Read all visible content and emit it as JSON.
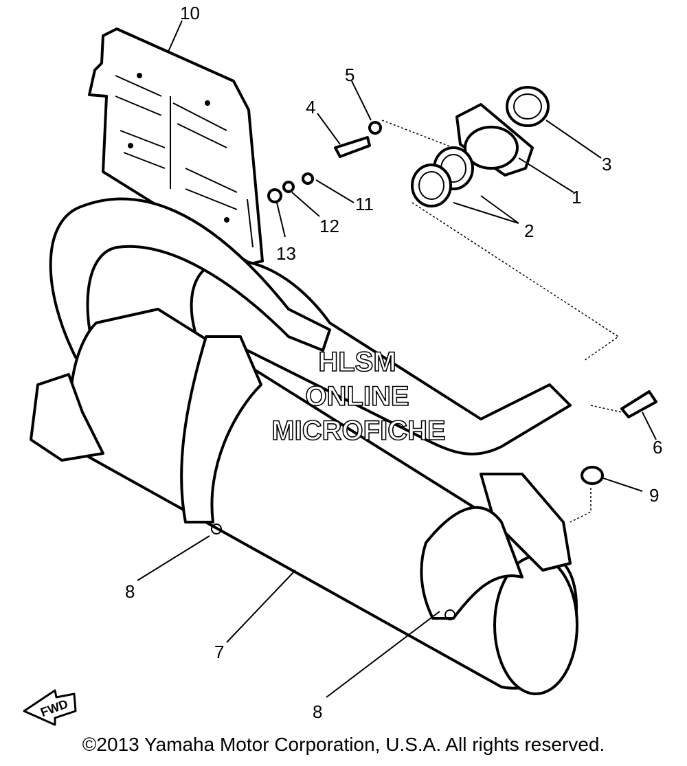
{
  "diagram": {
    "callouts": [
      {
        "id": "c10",
        "label": "10"
      },
      {
        "id": "c5",
        "label": "5"
      },
      {
        "id": "c4",
        "label": "4"
      },
      {
        "id": "c3",
        "label": "3"
      },
      {
        "id": "c1",
        "label": "1"
      },
      {
        "id": "c11",
        "label": "11"
      },
      {
        "id": "c12",
        "label": "12"
      },
      {
        "id": "c13",
        "label": "13"
      },
      {
        "id": "c2",
        "label": "2"
      },
      {
        "id": "c6",
        "label": "6"
      },
      {
        "id": "c9",
        "label": "9"
      },
      {
        "id": "c8a",
        "label": "8"
      },
      {
        "id": "c7",
        "label": "7"
      },
      {
        "id": "c8b",
        "label": "8"
      }
    ],
    "watermark": [
      "HLSM",
      "ONLINE",
      "MICROFICHE"
    ],
    "fwd_label": "FWD",
    "copyright": "©2013 Yamaha Motor Corporation, U.S.A. All rights reserved."
  }
}
